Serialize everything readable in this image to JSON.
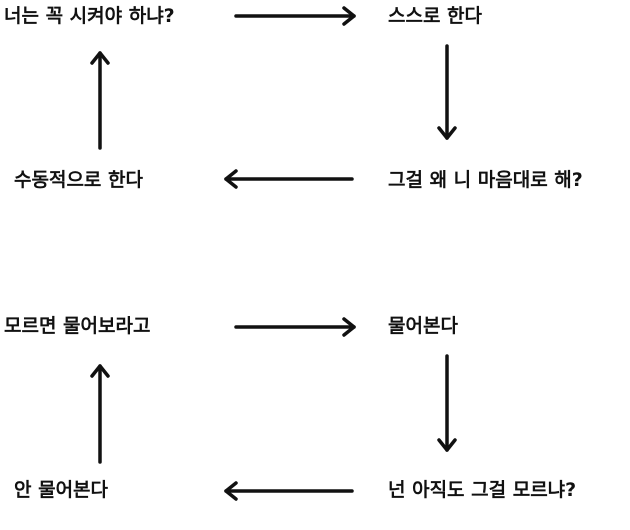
{
  "cycles": [
    {
      "top_left": "너는 꼭 시켜야 하냐?",
      "top_right": "스스로 한다",
      "bottom_right": "그걸 왜 니 마음대로 해?",
      "bottom_left": "수동적으로 한다"
    },
    {
      "top_left": "모르면 물어보라고",
      "top_right": "물어본다",
      "bottom_right": "넌 아직도 그걸 모르냐?",
      "bottom_left": "안 물어본다"
    }
  ],
  "colors": {
    "background": "#ffffff",
    "ink": "#111111"
  }
}
